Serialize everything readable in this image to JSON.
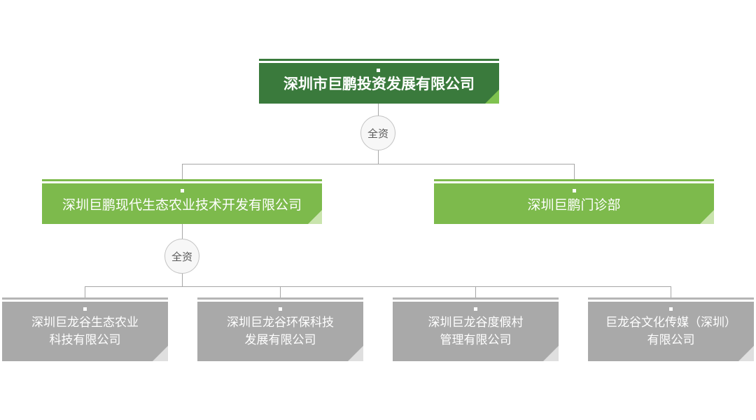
{
  "chart": {
    "type": "org-chart",
    "ownership_label": "全资",
    "root": {
      "label": "深圳市巨鹏投资发展有限公司"
    },
    "subsidiaries": [
      {
        "label": "深圳巨鹏现代生态农业技术开发有限公司"
      },
      {
        "label": "深圳巨鹏门诊部"
      }
    ],
    "grandchildren": [
      {
        "label": "深圳巨龙谷生态农业\n科技有限公司"
      },
      {
        "label": "深圳巨龙谷环保科技\n发展有限公司"
      },
      {
        "label": "深圳巨龙谷度假村\n管理有限公司"
      },
      {
        "label": "巨龙谷文化传媒（深圳）\n有限公司"
      }
    ],
    "colors": {
      "root_box": "#3a7a3c",
      "root_fold": "#7fc24f",
      "subsidiary_box": "#7dba4c",
      "subsidiary_fold": "#c9e4ad",
      "grandchild_box": "#a9a9a9",
      "grandchild_strip": "#b5b5b5",
      "grandchild_fold": "#dfdfdf",
      "connector_line": "#a6a6a6",
      "badge_fill": "#f7f7f7",
      "badge_border": "#c3c3c3",
      "badge_text": "#595959",
      "box_text": "#ffffff"
    }
  }
}
